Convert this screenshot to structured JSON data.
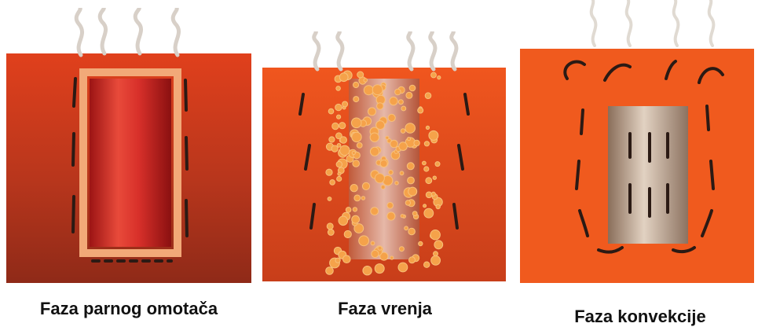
{
  "panels": [
    {
      "caption": "Faza parnog omotača",
      "liquid_color": "#c8351a",
      "part_color": "#d42a22"
    },
    {
      "caption": "Faza vrenja",
      "liquid_color": "#e3491d",
      "part_color": "#c98a78"
    },
    {
      "caption": "Faza konvekcije",
      "liquid_color": "#f05a1e",
      "part_color": "#b8a08a"
    }
  ]
}
